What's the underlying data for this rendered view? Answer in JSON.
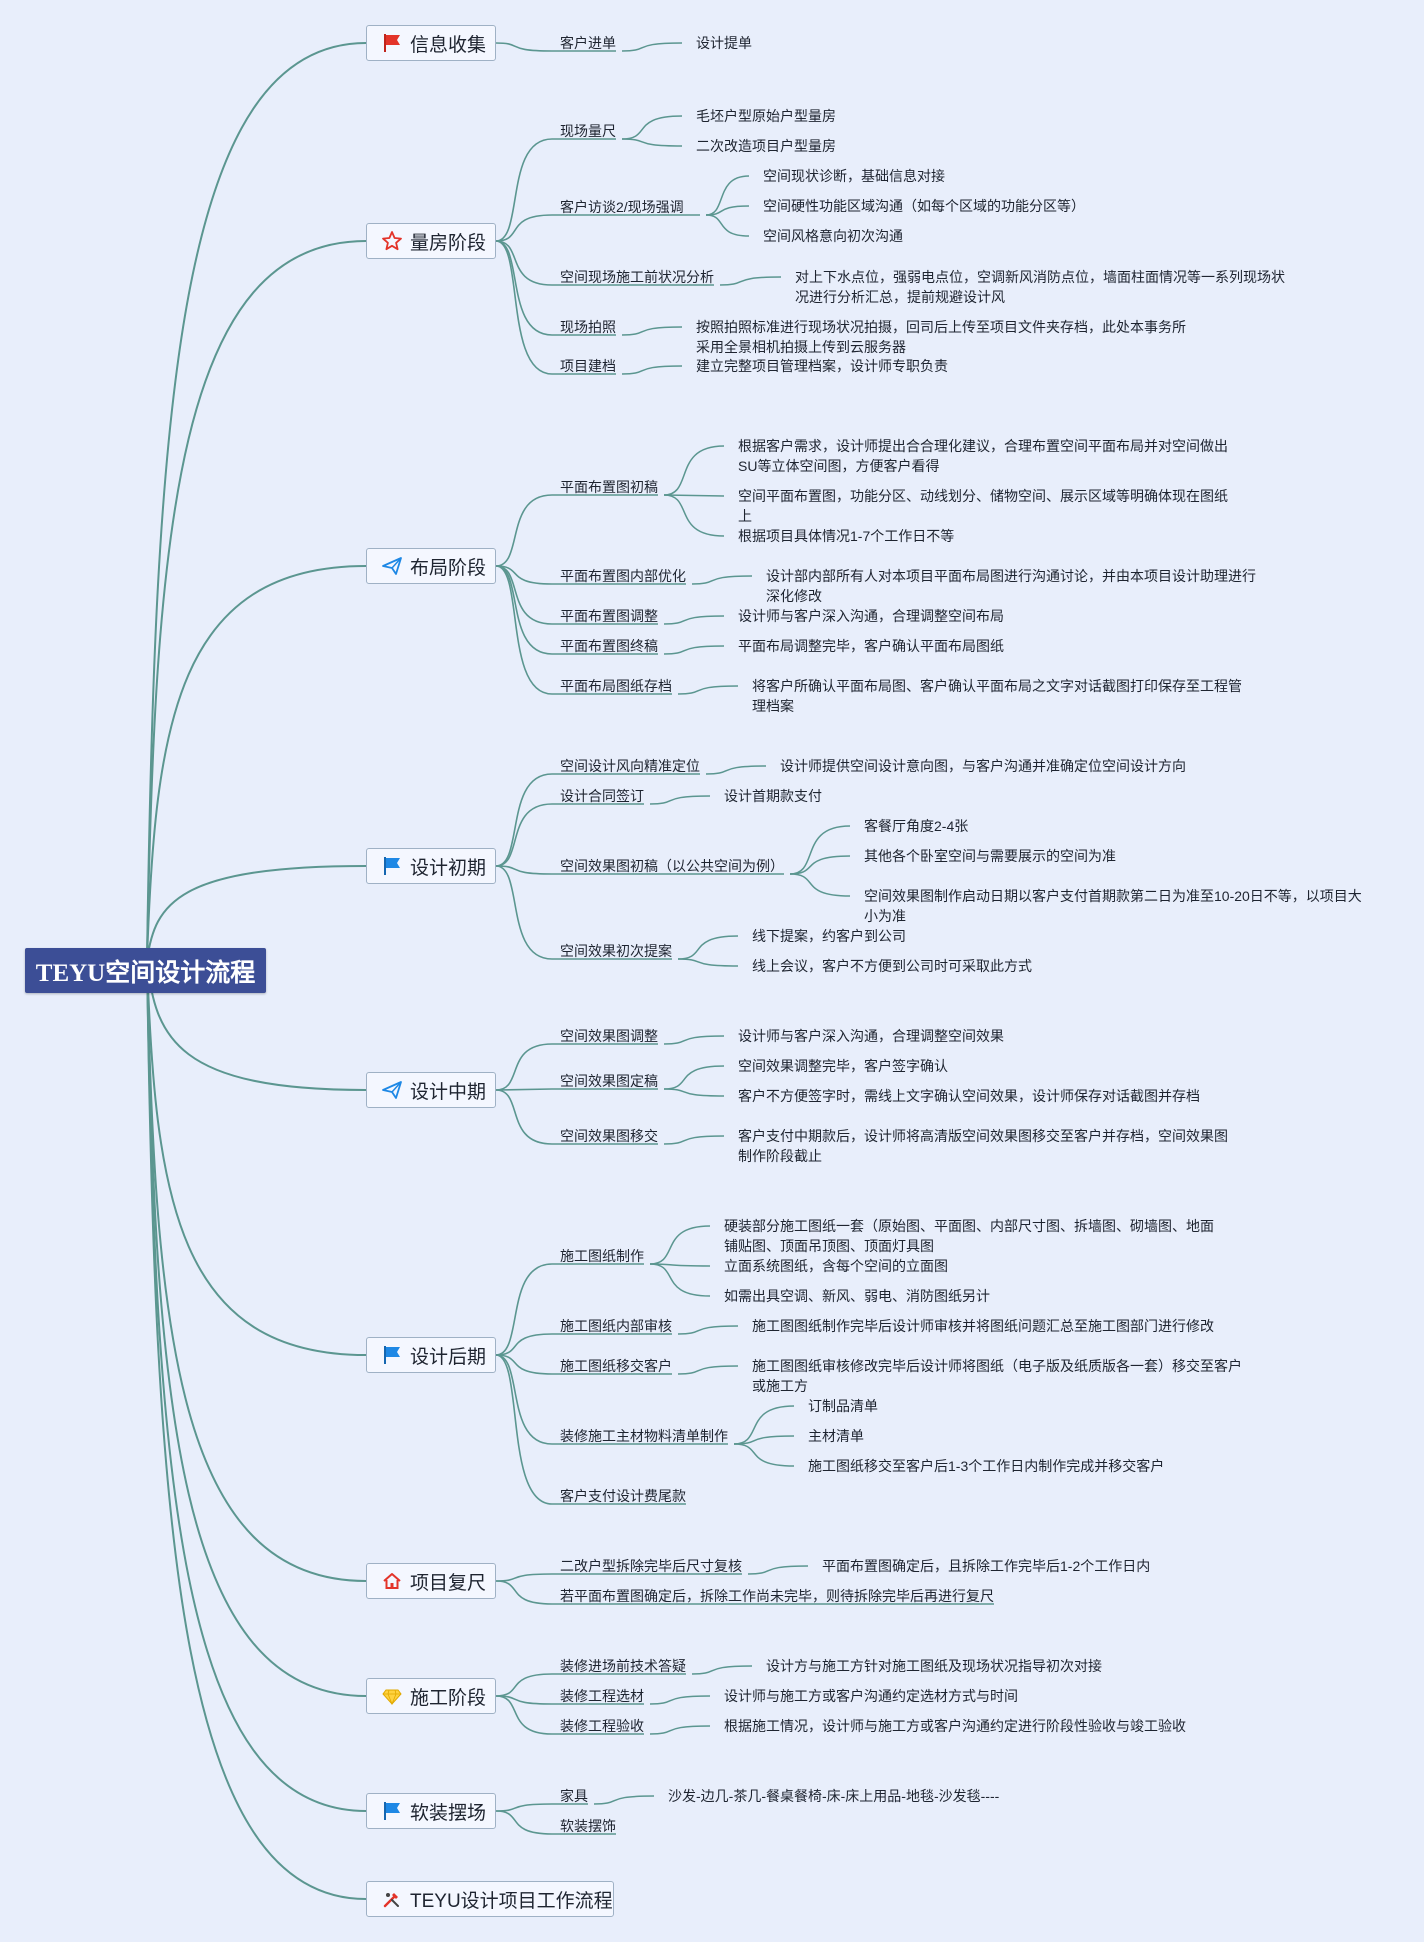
{
  "colors": {
    "background": "#e8eefb",
    "root": "#3c4e96",
    "link": "#5b9690",
    "branch_border": "#9fb1c5"
  },
  "root": {
    "label": "TEYU空间设计流程"
  },
  "branches": [
    {
      "label": "信息收集",
      "icon": "red-flag-icon",
      "children": [
        {
          "label": "客户进单",
          "children": [
            {
              "label": "设计提单"
            }
          ]
        }
      ]
    },
    {
      "label": "量房阶段",
      "icon": "red-star-icon",
      "children": [
        {
          "label": "现场量尺",
          "children": [
            {
              "label": "毛坯户型原始户型量房"
            },
            {
              "label": "二次改造项目户型量房"
            }
          ]
        },
        {
          "label": "客户访谈2/现场强调",
          "children": [
            {
              "label": "空间现状诊断，基础信息对接"
            },
            {
              "label": "空间硬性功能区域沟通（如每个区域的功能分区等）"
            },
            {
              "label": "空间风格意向初次沟通"
            }
          ]
        },
        {
          "label": "空间现场施工前状况分析",
          "children": [
            {
              "label": "对上下水点位，强弱电点位，空调新风消防点位，墙面柱面情况等一系列现场状\n况进行分析汇总，提前规避设计风"
            }
          ]
        },
        {
          "label": "现场拍照",
          "children": [
            {
              "label": "按照拍照标准进行现场状况拍摄，回司后上传至项目文件夹存档，此处本事务所\n采用全景相机拍摄上传到云服务器"
            }
          ]
        },
        {
          "label": "项目建档",
          "children": [
            {
              "label": "建立完整项目管理档案，设计师专职负责"
            }
          ]
        }
      ]
    },
    {
      "label": "布局阶段",
      "icon": "paper-plane-icon",
      "children": [
        {
          "label": "平面布置图初稿",
          "children": [
            {
              "label": "根据客户需求，设计师提出合合理化建议，合理布置空间平面布局并对空间做出\nSU等立体空间图，方便客户看得"
            },
            {
              "label": "空间平面布置图，功能分区、动线划分、储物空间、展示区域等明确体现在图纸\n上"
            },
            {
              "label": "根据项目具体情况1-7个工作日不等"
            }
          ]
        },
        {
          "label": "平面布置图内部优化",
          "children": [
            {
              "label": "设计部内部所有人对本项目平面布局图进行沟通讨论，并由本项目设计助理进行\n深化修改"
            }
          ]
        },
        {
          "label": "平面布置图调整",
          "children": [
            {
              "label": "设计师与客户深入沟通，合理调整空间布局"
            }
          ]
        },
        {
          "label": "平面布置图终稿",
          "children": [
            {
              "label": "平面布局调整完毕，客户确认平面布局图纸"
            }
          ]
        },
        {
          "label": "平面布局图纸存档",
          "children": [
            {
              "label": "将客户所确认平面布局图、客户确认平面布局之文字对话截图打印保存至工程管\n理档案"
            }
          ]
        }
      ]
    },
    {
      "label": "设计初期",
      "icon": "blue-flag-icon",
      "children": [
        {
          "label": "空间设计风向精准定位",
          "children": [
            {
              "label": "设计师提供空间设计意向图，与客户沟通并准确定位空间设计方向"
            }
          ]
        },
        {
          "label": "设计合同签订",
          "children": [
            {
              "label": "设计首期款支付"
            }
          ]
        },
        {
          "label": "空间效果图初稿（以公共空间为例）",
          "children": [
            {
              "label": "客餐厅角度2-4张"
            },
            {
              "label": "其他各个卧室空间与需要展示的空间为准"
            },
            {
              "label": "空间效果图制作启动日期以客户支付首期款第二日为准至10-20日不等，以项目大\n小为准"
            }
          ]
        },
        {
          "label": "空间效果初次提案",
          "children": [
            {
              "label": "线下提案，约客户到公司"
            },
            {
              "label": "线上会议，客户不方便到公司时可采取此方式"
            }
          ]
        }
      ]
    },
    {
      "label": "设计中期",
      "icon": "paper-plane-icon",
      "children": [
        {
          "label": "空间效果图调整",
          "children": [
            {
              "label": "设计师与客户深入沟通，合理调整空间效果"
            }
          ]
        },
        {
          "label": "空间效果图定稿",
          "children": [
            {
              "label": "空间效果调整完毕，客户签字确认"
            },
            {
              "label": "客户不方便签字时，需线上文字确认空间效果，设计师保存对话截图并存档"
            }
          ]
        },
        {
          "label": "空间效果图移交",
          "children": [
            {
              "label": "客户支付中期款后，设计师将高清版空间效果图移交至客户并存档，空间效果图\n制作阶段截止"
            }
          ]
        }
      ]
    },
    {
      "label": "设计后期",
      "icon": "blue-flag-icon",
      "children": [
        {
          "label": "施工图纸制作",
          "children": [
            {
              "label": "硬装部分施工图纸一套（原始图、平面图、内部尺寸图、拆墙图、砌墙图、地面\n铺贴图、顶面吊顶图、顶面灯具图"
            },
            {
              "label": "立面系统图纸，含每个空间的立面图"
            },
            {
              "label": "如需出具空调、新风、弱电、消防图纸另计"
            }
          ]
        },
        {
          "label": "施工图纸内部审核",
          "children": [
            {
              "label": "施工图图纸制作完毕后设计师审核并将图纸问题汇总至施工图部门进行修改"
            }
          ]
        },
        {
          "label": "施工图纸移交客户",
          "children": [
            {
              "label": "施工图图纸审核修改完毕后设计师将图纸（电子版及纸质版各一套）移交至客户\n或施工方"
            }
          ]
        },
        {
          "label": "装修施工主材物料清单制作",
          "children": [
            {
              "label": "订制品清单"
            },
            {
              "label": "主材清单"
            },
            {
              "label": "施工图纸移交至客户后1-3个工作日内制作完成并移交客户"
            }
          ]
        },
        {
          "label": "客户支付设计费尾款",
          "children": []
        }
      ]
    },
    {
      "label": "项目复尺",
      "icon": "house-icon",
      "children": [
        {
          "label": "二改户型拆除完毕后尺寸复核",
          "children": [
            {
              "label": "平面布置图确定后，且拆除工作完毕后1-2个工作日内"
            }
          ]
        },
        {
          "label": "若平面布置图确定后，拆除工作尚未完毕，则待拆除完毕后再进行复尺",
          "children": []
        }
      ]
    },
    {
      "label": "施工阶段",
      "icon": "diamond-icon",
      "children": [
        {
          "label": "装修进场前技术答疑",
          "children": [
            {
              "label": "设计方与施工方针对施工图纸及现场状况指导初次对接"
            }
          ]
        },
        {
          "label": "装修工程选材",
          "children": [
            {
              "label": "设计师与施工方或客户沟通约定选材方式与时间"
            }
          ]
        },
        {
          "label": "装修工程验收",
          "children": [
            {
              "label": "根据施工情况，设计师与施工方或客户沟通约定进行阶段性验收与竣工验收"
            }
          ]
        }
      ]
    },
    {
      "label": "软装摆场",
      "icon": "blue-flag-icon",
      "children": [
        {
          "label": "家具",
          "children": [
            {
              "label": "沙发-边几-茶几-餐桌餐椅-床-床上用品-地毯-沙发毯----"
            }
          ]
        },
        {
          "label": "软装摆饰",
          "children": []
        }
      ]
    },
    {
      "label": "TEYU设计项目工作流程",
      "icon": "tools-icon",
      "children": []
    }
  ]
}
